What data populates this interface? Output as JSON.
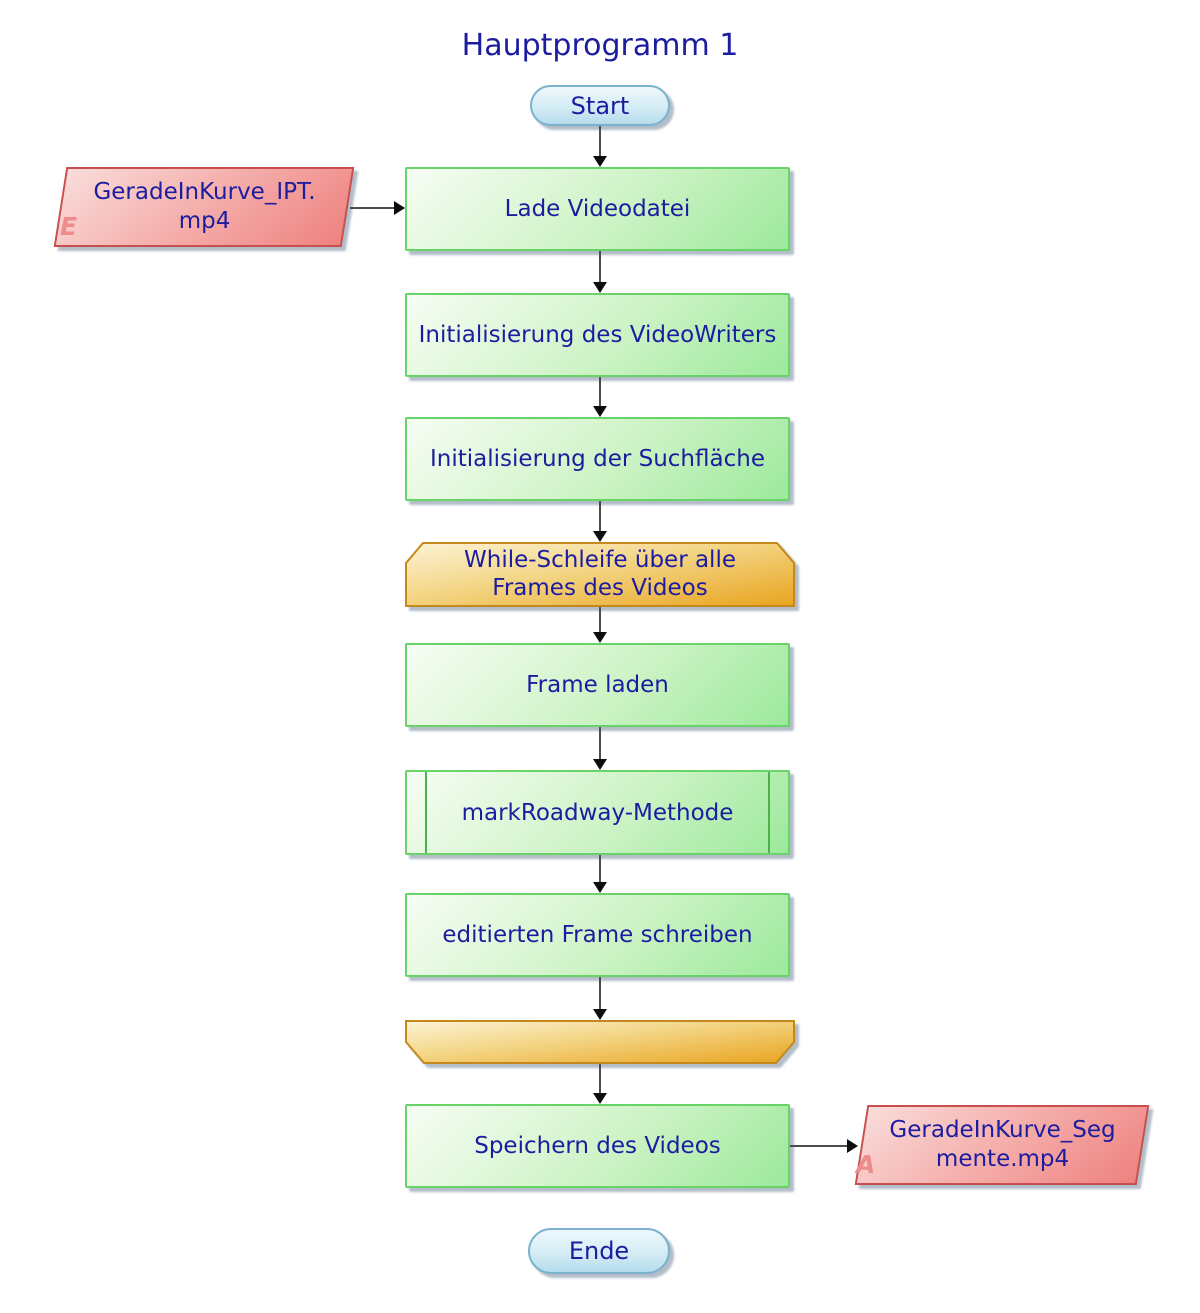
{
  "title": "Hauptprogramm 1",
  "terminators": {
    "start": "Start",
    "end": "Ende"
  },
  "processes": {
    "load_video": "Lade Videodatei",
    "init_videowriter": "Initialisierung des VideoWriters",
    "init_search_area": "Initialisierung der Suchfläche",
    "while_loop": "While-Schleife über alle Frames des Videos",
    "load_frame": "Frame laden",
    "mark_roadway": "markRoadway-Methode",
    "write_frame": "editierten Frame schreiben",
    "save_video": "Speichern des Videos"
  },
  "io": {
    "input": {
      "label": "GeradeInKurve_IPT.mp4",
      "tag": "E"
    },
    "output": {
      "label": "GeradeInKurve_Segmente.mp4",
      "tag": "A"
    }
  },
  "colors": {
    "text": "#1c1ca0",
    "process_fill": "#9ce99c",
    "process_border": "#68d468",
    "loop_fill": "#e9a41f",
    "loop_border": "#c4881c",
    "io_fill": "#ee8280",
    "io_border": "#c7504e",
    "terminator_fill": "#b5dcec",
    "terminator_border": "#7ab1cf",
    "connector": "#0d0d0d"
  }
}
